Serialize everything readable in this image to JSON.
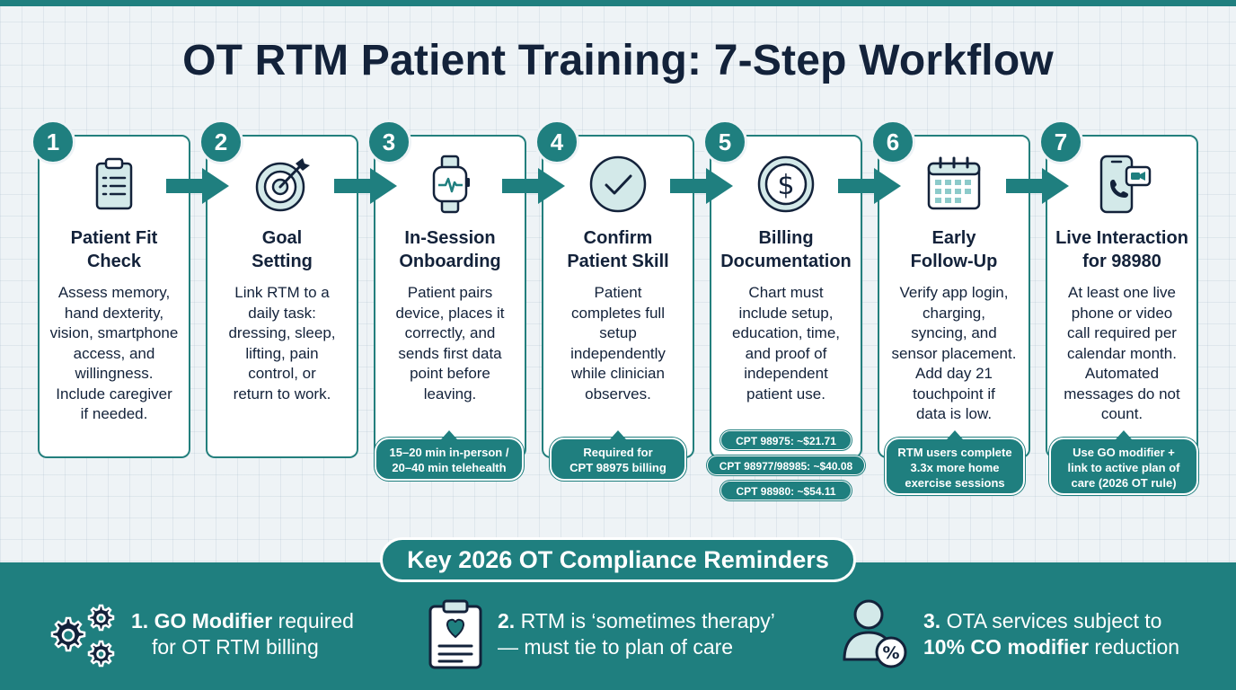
{
  "title": "OT RTM Patient Training: 7-Step Workflow",
  "colors": {
    "accent": "#1f7f7f",
    "text": "#13223a",
    "background": "#eef3f6",
    "icon_fill": "#d3e9e9"
  },
  "steps": [
    {
      "number": "1",
      "icon": "clipboard-checklist-icon",
      "title": "Patient Fit\nCheck",
      "body": "Assess memory,\nhand dexterity,\nvision, smartphone\naccess, and\nwillingness.\nInclude caregiver\nif needed."
    },
    {
      "number": "2",
      "icon": "target-goal-icon",
      "title": "Goal\nSetting",
      "body": "Link RTM to a\ndaily task:\ndressing, sleep,\nlifting, pain\ncontrol, or\nreturn to work."
    },
    {
      "number": "3",
      "icon": "smartwatch-heartbeat-icon",
      "title": "In-Session\nOnboarding",
      "body": "Patient pairs\ndevice, places it\ncorrectly, and\nsends first data\npoint before\nleaving."
    },
    {
      "number": "4",
      "icon": "checkmark-circle-icon",
      "title": "Confirm\nPatient Skill",
      "body": "Patient\ncompletes full\nsetup\nindependently\nwhile clinician\nobserves."
    },
    {
      "number": "5",
      "icon": "dollar-coin-icon",
      "title": "Billing\nDocumentation",
      "body": "Chart must\ninclude setup,\neducation, time,\nand proof of\nindependent\npatient use."
    },
    {
      "number": "6",
      "icon": "calendar-icon",
      "title": "Early\nFollow-Up",
      "body": "Verify app login,\ncharging,\nsyncing, and\nsensor placement.\nAdd day 21\ntouchpoint if\ndata is low."
    },
    {
      "number": "7",
      "icon": "phone-video-call-icon",
      "title": "Live Interaction\nfor 98980",
      "body": "At least one live\nphone or video\ncall required per\ncalendar month.\nAutomated\nmessages do not\ncount."
    }
  ],
  "callouts": {
    "step3": "15–20 min in-person /\n20–40 min telehealth",
    "step4": "Required for\nCPT 98975 billing",
    "step5": [
      "CPT 98975: ~$21.71",
      "CPT 98977/98985: ~$40.08",
      "CPT 98980: ~$54.11"
    ],
    "step6": "RTM users complete\n3.3x more home\nexercise sessions",
    "step7": "Use GO modifier +\nlink to active plan of\ncare (2026 OT rule)"
  },
  "reminders": {
    "title": "Key 2026 OT Compliance Reminders",
    "items": [
      {
        "icon": "gears-icon",
        "bold_prefix": "1. GO Modifier",
        "rest_line1": " required",
        "line2": "for OT RTM billing"
      },
      {
        "icon": "clipboard-heart-icon",
        "bold_prefix": "2.",
        "rest_line1": " RTM is ‘sometimes therapy’",
        "line2": "— must tie to plan of care"
      },
      {
        "icon": "person-percent-icon",
        "bold_prefix": "3.",
        "rest_line1": " OTA services subject to",
        "line2_bold": "10% CO modifier",
        "line2_rest": " reduction"
      }
    ]
  }
}
